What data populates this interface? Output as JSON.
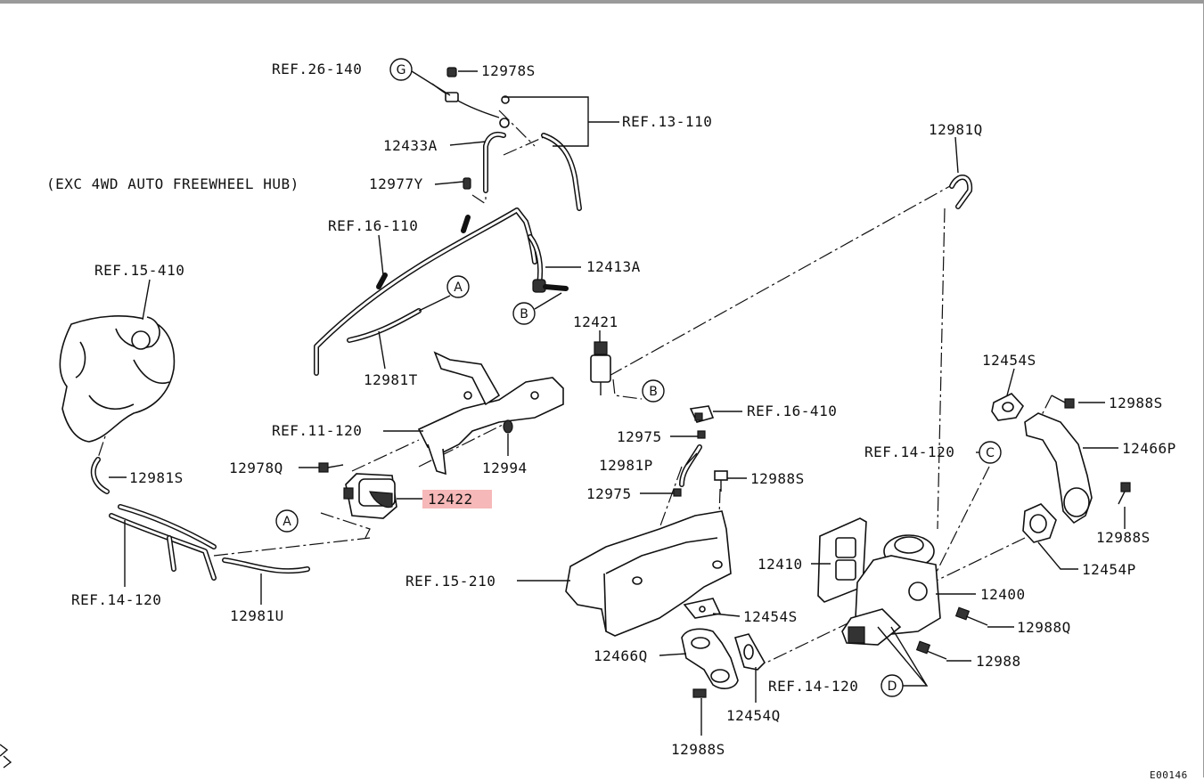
{
  "labels": {
    "ref_26_140": "REF.26-140",
    "p12978S": "12978S",
    "ref_13_110": "REF.13-110",
    "p12433A": "12433A",
    "note_exc_4wd": "(EXC 4WD AUTO FREEWHEEL HUB)",
    "p12977Y": "12977Y",
    "ref_16_110": "REF.16-110",
    "p12413A": "12413A",
    "ref_15_410": "REF.15-410",
    "p12981T": "12981T",
    "p12421": "12421",
    "p12981Q": "12981Q",
    "ref_11_120": "REF.11-120",
    "p12978Q": "12978Q",
    "p12994": "12994",
    "p12422": "12422",
    "p12981S": "12981S",
    "ref_14_120_left": "REF.14-120",
    "p12981U": "12981U",
    "ref_16_410": "REF.16-410",
    "p12975_top": "12975",
    "p12981P": "12981P",
    "p12988S_mid": "12988S",
    "p12975_bottom": "12975",
    "ref_15_210": "REF.15-210",
    "p12454S_top": "12454S",
    "p12988S_topright": "12988S",
    "p12466P": "12466P",
    "ref_14_120_c": "REF.14-120",
    "p12988S_right": "12988S",
    "p12454P": "12454P",
    "p12410": "12410",
    "p12400": "12400",
    "p12454S_bottom": "12454S",
    "p12988Q": "12988Q",
    "p12466Q": "12466Q",
    "p12988": "12988",
    "ref_14_120_d": "REF.14-120",
    "p12454Q": "12454Q",
    "p12988S_bottom": "12988S",
    "fig_code": "E00146"
  },
  "callouts": {
    "G": "G",
    "A_upper": "A",
    "B_upper": "B",
    "B_mid": "B",
    "A_lower": "A",
    "C": "C",
    "D": "D"
  },
  "highlight_part": "12422",
  "colors": {
    "highlight": "#f6b8b8",
    "line": "#111111",
    "frame": "#9a9a9a"
  }
}
